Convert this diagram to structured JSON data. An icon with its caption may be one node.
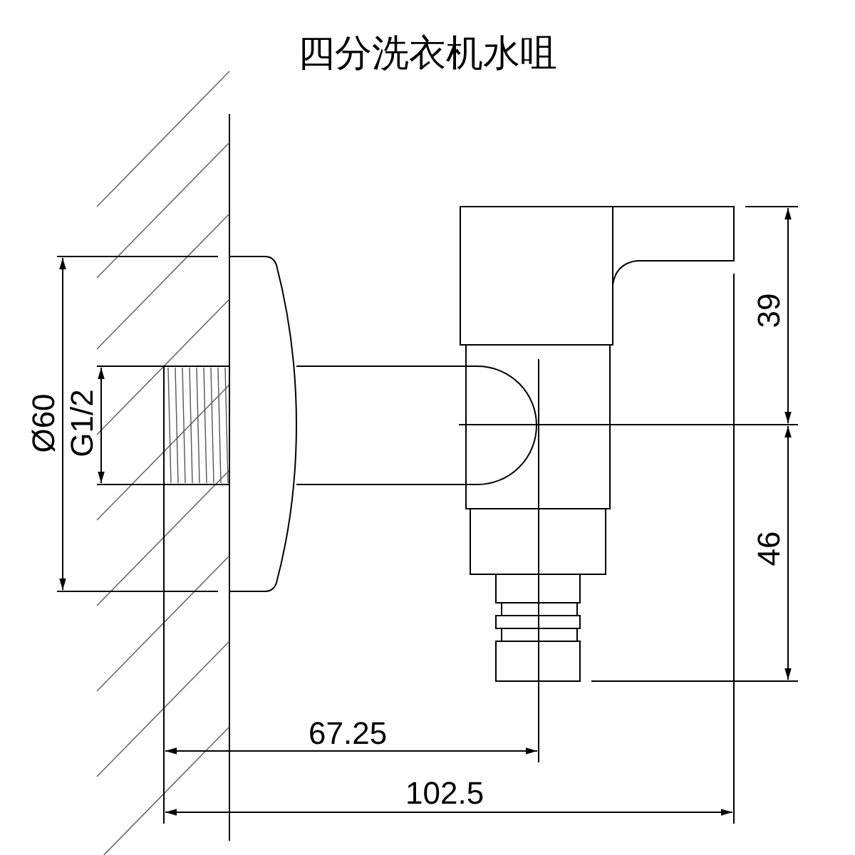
{
  "diagram": {
    "title": "四分洗衣机水咀",
    "labels": [
      "Ø60",
      "G1/2",
      "39",
      "46",
      "67.25",
      "102.5"
    ]
  }
}
